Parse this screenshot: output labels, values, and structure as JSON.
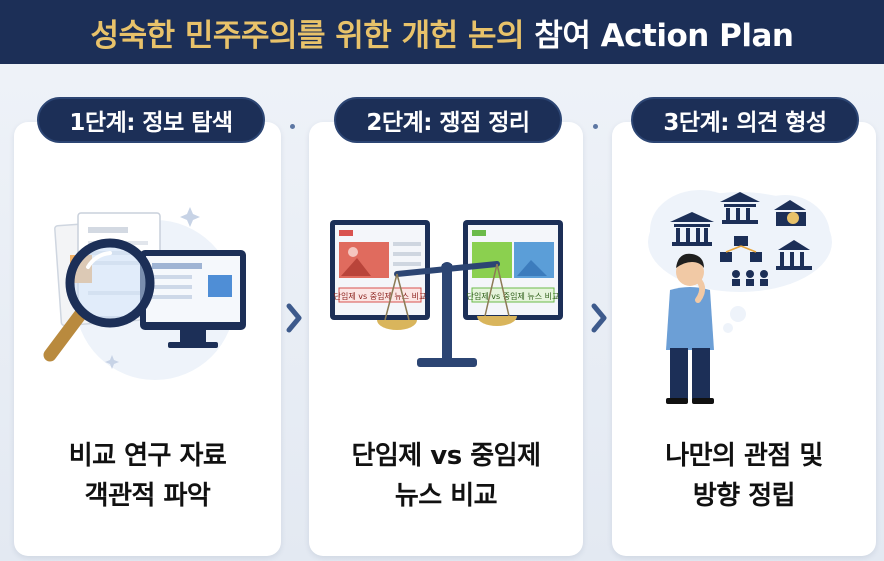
{
  "header": {
    "title_part1": "성숙한 민주주의를 위한 개헌 논의 ",
    "title_part2": "참여 Action Plan"
  },
  "steps": [
    {
      "label": "1단계: 정보 탐색",
      "caption_line1": "비교 연구 자료",
      "caption_line2": "객관적 파악"
    },
    {
      "label": "2단계: 쟁점 정리",
      "caption_line1": "단임제 vs 중임제",
      "caption_line2": "뉴스 비교",
      "screen_left_text": "단임제 vs 중임제 뉴스 비교",
      "screen_right_text": "단임제 vs 중임제 뉴스 비교"
    },
    {
      "label": "3단계: 의견 형성",
      "caption_line1": "나만의 관점 및",
      "caption_line2": "방향 정립"
    }
  ],
  "colors": {
    "navy": "#1c2f57",
    "gold": "#e8c26a",
    "arrow": "#3d5a8c"
  },
  "icons": {
    "step1": "magnifier-document-monitor-icon",
    "step2": "scale-monitors-icon",
    "step3": "thinking-person-icon"
  }
}
